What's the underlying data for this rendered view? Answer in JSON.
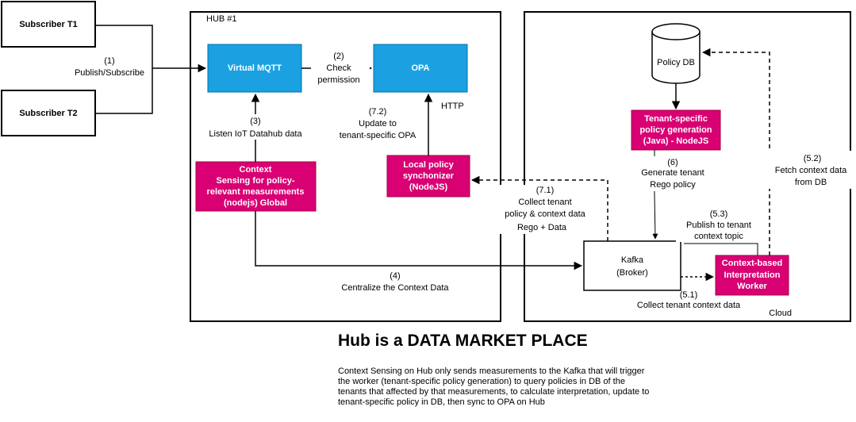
{
  "colors": {
    "blue_box": "#1ba1e2",
    "blue_border": "#006eaf",
    "magenta_box": "#d80073",
    "magenta_border": "#a50040",
    "line": "#000000"
  },
  "containers": {
    "hub": "HUB #1",
    "cloud": "Cloud"
  },
  "nodes": {
    "subscriber_t1": "Subscriber T1",
    "subscriber_t2": "Subscriber T2",
    "virtual_mqtt": "Virtual MQTT",
    "opa": "OPA",
    "policy_db": "Policy DB",
    "context_sensing": [
      "Context",
      "Sensing for policy-",
      "relevant measurements",
      "(nodejs) Global"
    ],
    "local_sync": [
      "Local policy",
      "synchonizer",
      "(NodeJS)"
    ],
    "tenant_policy_gen": [
      "Tenant-specific",
      "policy generation",
      "(Java) - NodeJS"
    ],
    "kafka": [
      "Kafka",
      "(Broker)"
    ],
    "worker": [
      "Context-based",
      "Interpretation",
      "Worker"
    ]
  },
  "edge_labels": {
    "e1": [
      "(1)",
      "Publish/Subscribe"
    ],
    "e2": [
      "(2)",
      "Check",
      "permission"
    ],
    "e3": [
      "(3)",
      "Listen IoT Datahub data"
    ],
    "e4": [
      "(4)",
      "Centralize the Context Data"
    ],
    "e51": [
      "(5.1)",
      "Collect tenant context data"
    ],
    "e52": [
      "(5.2)",
      "Fetch context data",
      "from DB"
    ],
    "e53": [
      "(5.3)",
      "Publish to tenant",
      "context topic"
    ],
    "e6": [
      "(6)",
      "Generate tenant",
      "Rego policy"
    ],
    "e71": [
      "(7.1)",
      "Collect tenant",
      "policy & context data",
      "Rego + Data"
    ],
    "e72": [
      "(7.2)",
      "Update to",
      "tenant-specific OPA"
    ],
    "http": "HTTP"
  },
  "footer": {
    "title": "Hub is a DATA MARKET PLACE",
    "description": "Context Sensing on Hub only sends measurements to the Kafka that will trigger the worker (tenant-specific policy generation) to query policies in DB of the tenants that affected by that measurements, to calculate interpretation, update to tenant-specific policy in DB, then sync to OPA on Hub"
  }
}
